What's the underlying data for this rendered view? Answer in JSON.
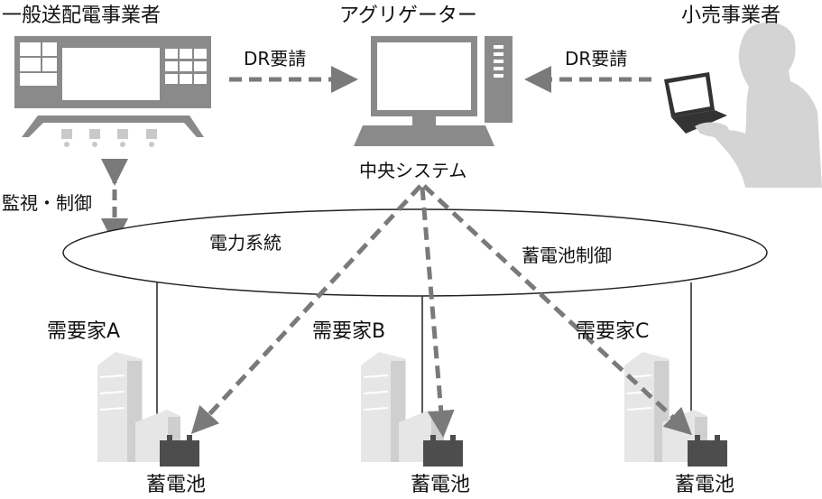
{
  "labels": {
    "grid_operator": "一般送配電事業者",
    "aggregator": "アグリゲーター",
    "retailer": "小売事業者",
    "dr_request_left": "DR要請",
    "dr_request_right": "DR要請",
    "central_system": "中央システム",
    "monitor_control": "監視・制御",
    "power_system": "電力系統",
    "battery_control": "蓄電池制御",
    "consumer_a": "需要家A",
    "consumer_b": "需要家B",
    "consumer_c": "需要家C",
    "battery_a": "蓄電池",
    "battery_b": "蓄電池",
    "battery_c": "蓄電池"
  },
  "colors": {
    "arrow": "#7a7a7a",
    "equipment": "#8a8a8a",
    "building_light": "#e6e6e6",
    "building_mid": "#cfcfcf",
    "person": "#d4d4d4",
    "battery": "#4d4d4d"
  },
  "icons": {
    "grid_operator": "control-console-icon",
    "aggregator": "desktop-computer-icon",
    "retailer": "person-with-laptop-icon",
    "consumer": "building-icon",
    "battery": "battery-icon"
  }
}
